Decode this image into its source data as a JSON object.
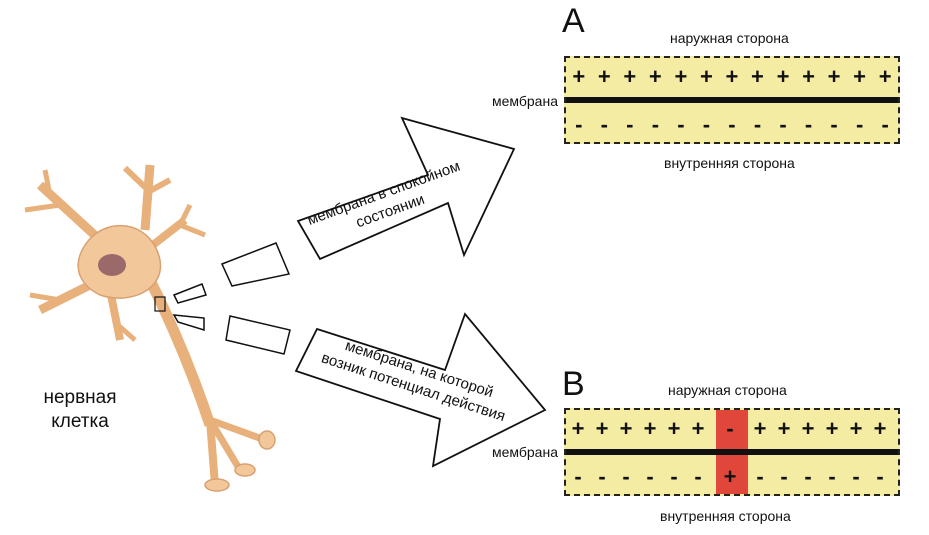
{
  "cell_label_line1": "нервная",
  "cell_label_line2": "клетка",
  "arrow_rest": {
    "line1": "мембрана в спокойном",
    "line2": "состоянии"
  },
  "arrow_action": {
    "line1": "мембрана, на которой",
    "line2": "возник потенциал действия"
  },
  "panel_a": {
    "letter": "А",
    "outer_label": "наружная сторона",
    "inner_label": "внутренняя сторона",
    "membrane_label": "мембрана",
    "top_signs": [
      "+",
      "+",
      "+",
      "+",
      "+",
      "+",
      "+",
      "+",
      "+",
      "+",
      "+",
      "+",
      "+"
    ],
    "bottom_signs": [
      "-",
      "-",
      "-",
      "-",
      "-",
      "-",
      "-",
      "-",
      "-",
      "-",
      "-",
      "-",
      "-"
    ]
  },
  "panel_b": {
    "letter": "В",
    "outer_label": "наружная сторона",
    "inner_label": "внутренняя сторона",
    "membrane_label": "мембрана",
    "top_left_signs": [
      "+",
      "+",
      "+",
      "+",
      "+",
      "+"
    ],
    "top_mid_sign": "-",
    "top_right_signs": [
      "+",
      "+",
      "+",
      "+",
      "+",
      "+"
    ],
    "bottom_left_signs": [
      "-",
      "-",
      "-",
      "-",
      "-",
      "-"
    ],
    "bottom_mid_sign": "+",
    "bottom_right_signs": [
      "-",
      "-",
      "-",
      "-",
      "-",
      "-"
    ]
  },
  "colors": {
    "panel_fill": "#f5eca3",
    "depolarized": "#e0473a",
    "neuron": "#f2c89a",
    "nucleus": "#9a6a6a"
  }
}
